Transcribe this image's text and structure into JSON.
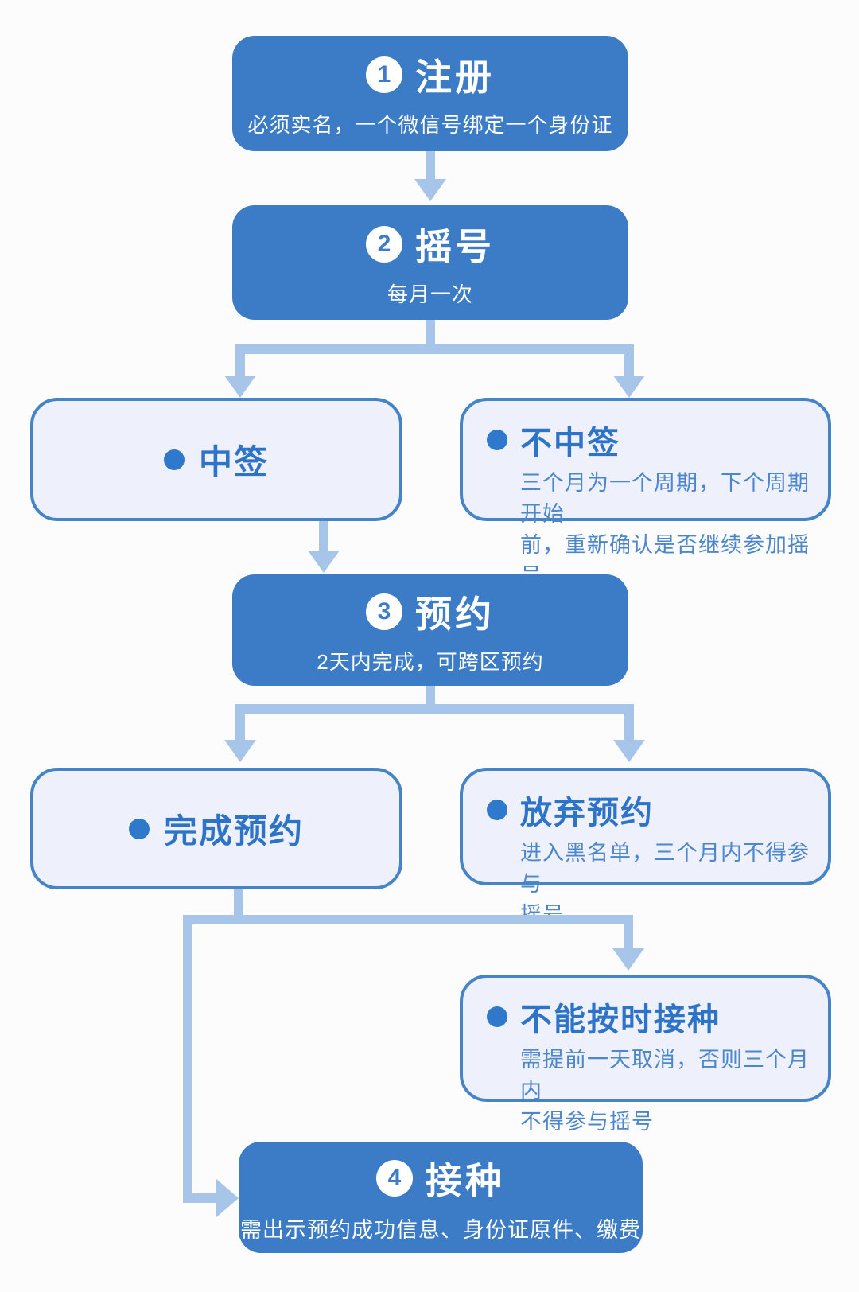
{
  "colors": {
    "node_blue": "#3c7bc6",
    "connector_blue": "#a6c5e9",
    "light_fill": "#eef0fb",
    "light_border": "#4585c7",
    "heading_text": "#2d73c8",
    "body_text": "#4c87cd",
    "node_text": "#ffffff"
  },
  "flow": {
    "step1": {
      "badge": "1",
      "title": "注册",
      "subtitle": "必须实名，一个微信号绑定一个身份证"
    },
    "step2": {
      "badge": "2",
      "title": "摇号",
      "subtitle": "每月一次"
    },
    "win": {
      "title": "中签"
    },
    "lose": {
      "title": "不中签",
      "body": "三个月为一个周期，下个周期开始\n前，重新确认是否继续参加摇号"
    },
    "step3": {
      "badge": "3",
      "title": "预约",
      "subtitle": "2天内完成，可跨区预约"
    },
    "complete": {
      "title": "完成预约"
    },
    "abandon": {
      "title": "放弃预约",
      "body": "进入黑名单，三个月内不得参与\n摇号"
    },
    "miss": {
      "title": "不能按时接种",
      "body": "需提前一天取消，否则三个月内\n不得参与摇号"
    },
    "step4": {
      "badge": "4",
      "title": "接种",
      "subtitle": "需出示预约成功信息、身份证原件、缴费"
    }
  }
}
